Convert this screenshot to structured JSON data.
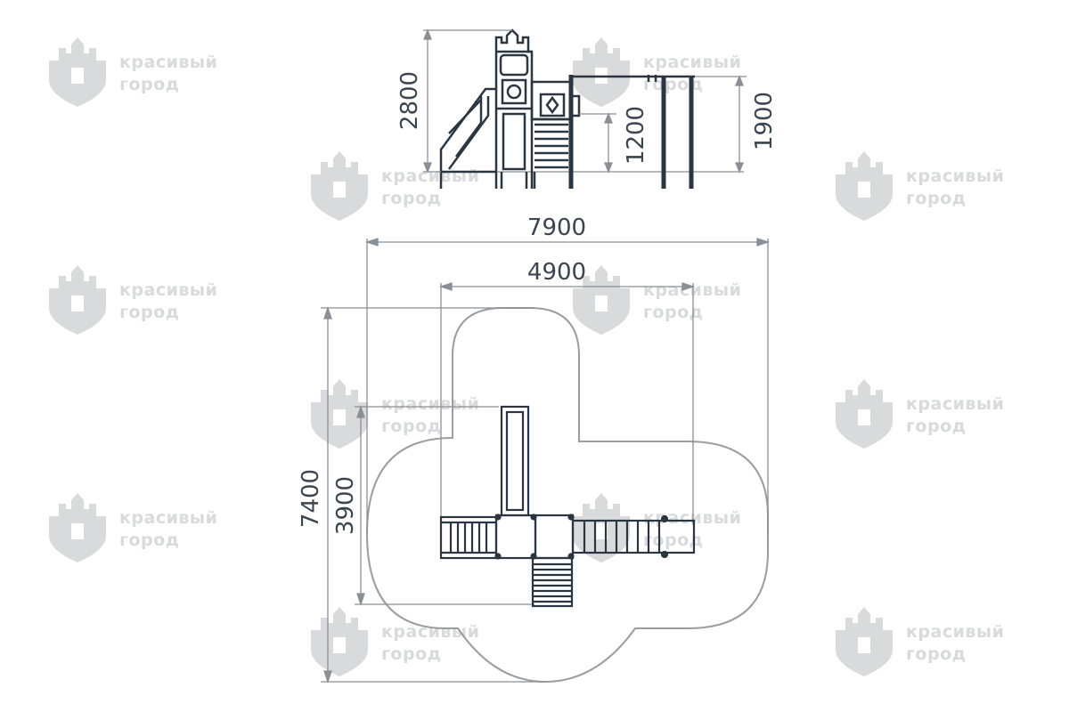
{
  "watermark": {
    "line1": "красивый",
    "line2": "город",
    "color": "#d9dadb",
    "icon": "castle-shield-icon"
  },
  "dimensions": {
    "side_height_total": "2800",
    "side_platform_height": "1200",
    "side_bar_height": "1900",
    "plan_width_total": "7900",
    "plan_width_inner": "4900",
    "plan_depth_total": "7400",
    "plan_depth_inner": "3900"
  },
  "colors": {
    "structure": "#2b3640",
    "dimension_line": "#8a8f94",
    "zone_outline": "#9a9ea2"
  }
}
